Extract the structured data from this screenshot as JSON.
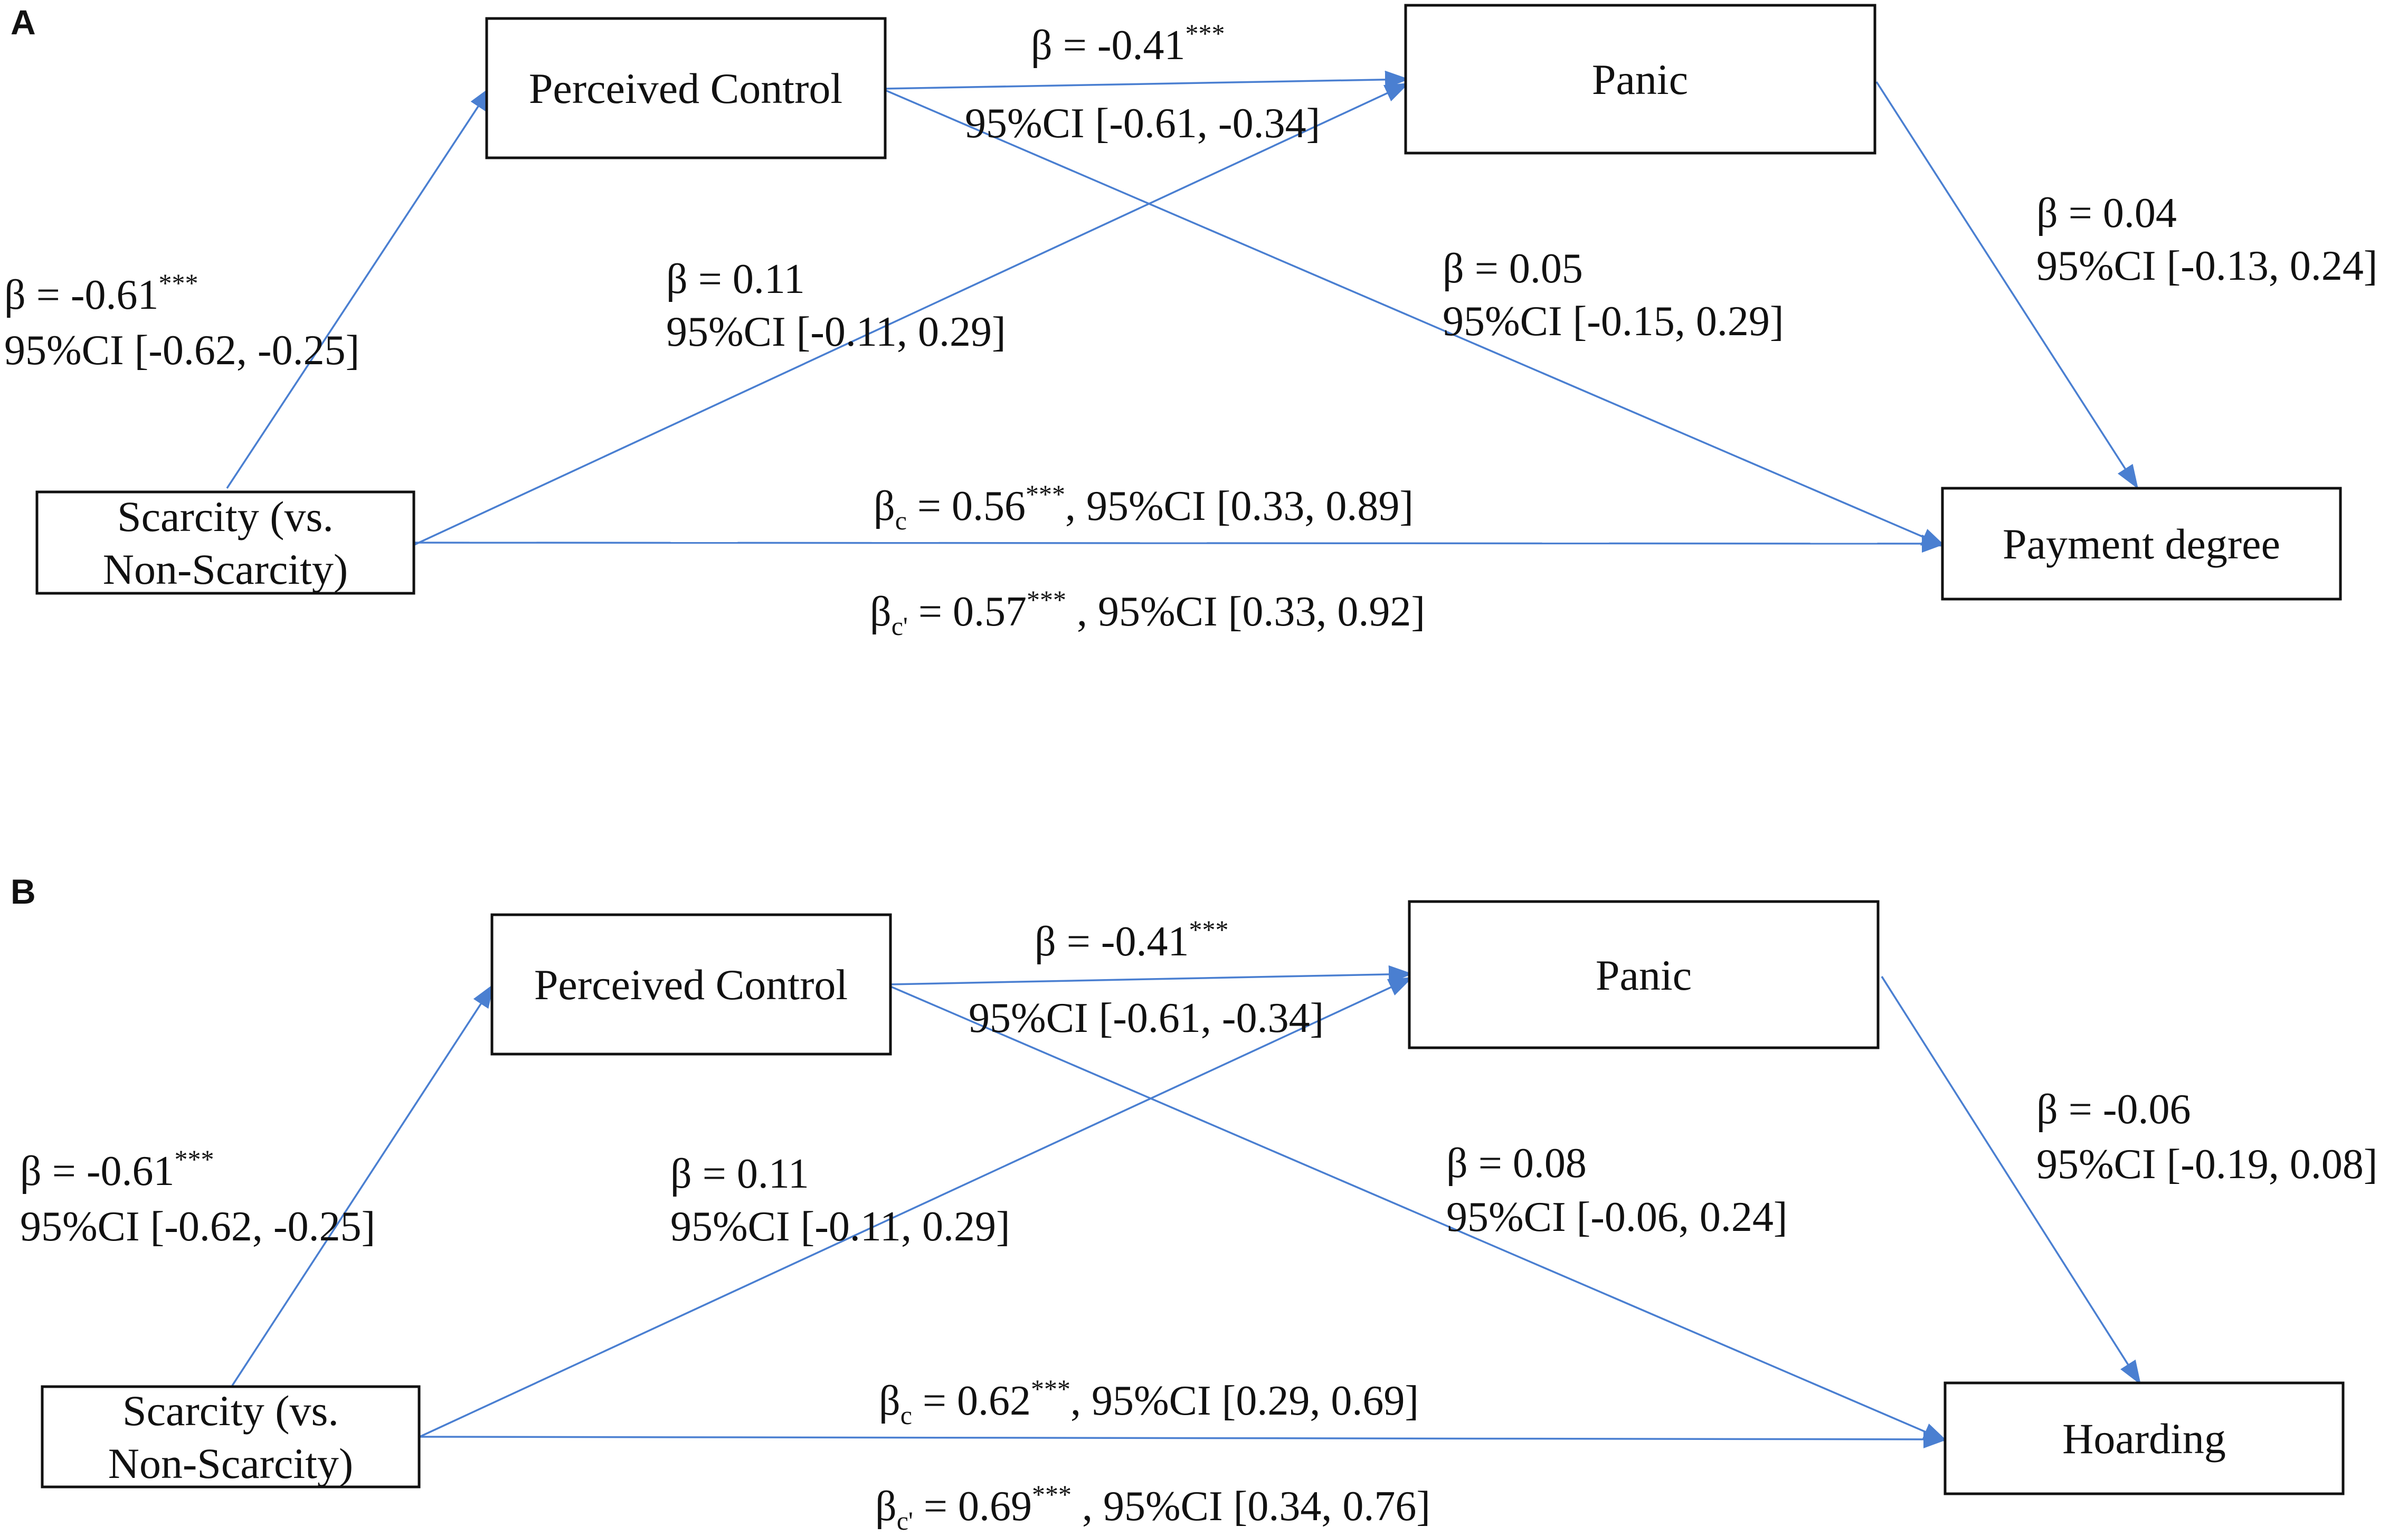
{
  "colors": {
    "edge": "#4a7fd1",
    "ink": "#111111",
    "background": "#ffffff"
  },
  "panels": [
    {
      "letter": "A",
      "nodes": {
        "perceived_control": "Perceived Control",
        "panic": "Panic",
        "scarcity_line1": "Scarcity (vs.",
        "scarcity_line2": "Non-Scarcity)",
        "outcome": "Payment degree"
      },
      "paths": {
        "scarcity_to_control": {
          "beta": "β = -0.61",
          "sig": "***",
          "ci": "95%CI [-0.62, -0.25]"
        },
        "control_to_panic": {
          "beta": "β = -0.41",
          "sig": "***",
          "ci": "95%CI [-0.61, -0.34]"
        },
        "scarcity_to_panic": {
          "beta": "β = 0.11",
          "ci": "95%CI [-0.11, 0.29]"
        },
        "control_to_outcome": {
          "beta": "β = 0.05",
          "ci": "95%CI [-0.15, 0.29]"
        },
        "panic_to_outcome": {
          "beta": "β = 0.04",
          "ci": "95%CI [-0.13, 0.24]"
        },
        "total_effect": {
          "symbol": "β",
          "subscript": "c",
          "value": " = 0.56",
          "sig": "***",
          "rest": ", 95%CI [0.33, 0.89]"
        },
        "direct_effect": {
          "symbol": "β",
          "subscript": "c'",
          "value": " = 0.57",
          "sig": "***",
          "rest": " , 95%CI [0.33, 0.92]"
        }
      }
    },
    {
      "letter": "B",
      "nodes": {
        "perceived_control": "Perceived Control",
        "panic": "Panic",
        "scarcity_line1": "Scarcity (vs.",
        "scarcity_line2": "Non-Scarcity)",
        "outcome": "Hoarding"
      },
      "paths": {
        "scarcity_to_control": {
          "beta": "β = -0.61",
          "sig": "***",
          "ci": "95%CI [-0.62, -0.25]"
        },
        "control_to_panic": {
          "beta": "β = -0.41",
          "sig": "***",
          "ci": "95%CI [-0.61, -0.34]"
        },
        "scarcity_to_panic": {
          "beta": "β = 0.11",
          "ci": "95%CI [-0.11, 0.29]"
        },
        "control_to_outcome": {
          "beta": "β = 0.08",
          "ci": "95%CI [-0.06, 0.24]"
        },
        "panic_to_outcome": {
          "beta": "β = -0.06",
          "ci": "95%CI [-0.19, 0.08]"
        },
        "total_effect": {
          "symbol": "β",
          "subscript": "c",
          "value": " = 0.62",
          "sig": "***",
          "rest": ", 95%CI [0.29, 0.69]"
        },
        "direct_effect": {
          "symbol": "β",
          "subscript": "c'",
          "value": " = 0.69",
          "sig": "***",
          "rest": " , 95%CI [0.34, 0.76]"
        }
      }
    }
  ]
}
